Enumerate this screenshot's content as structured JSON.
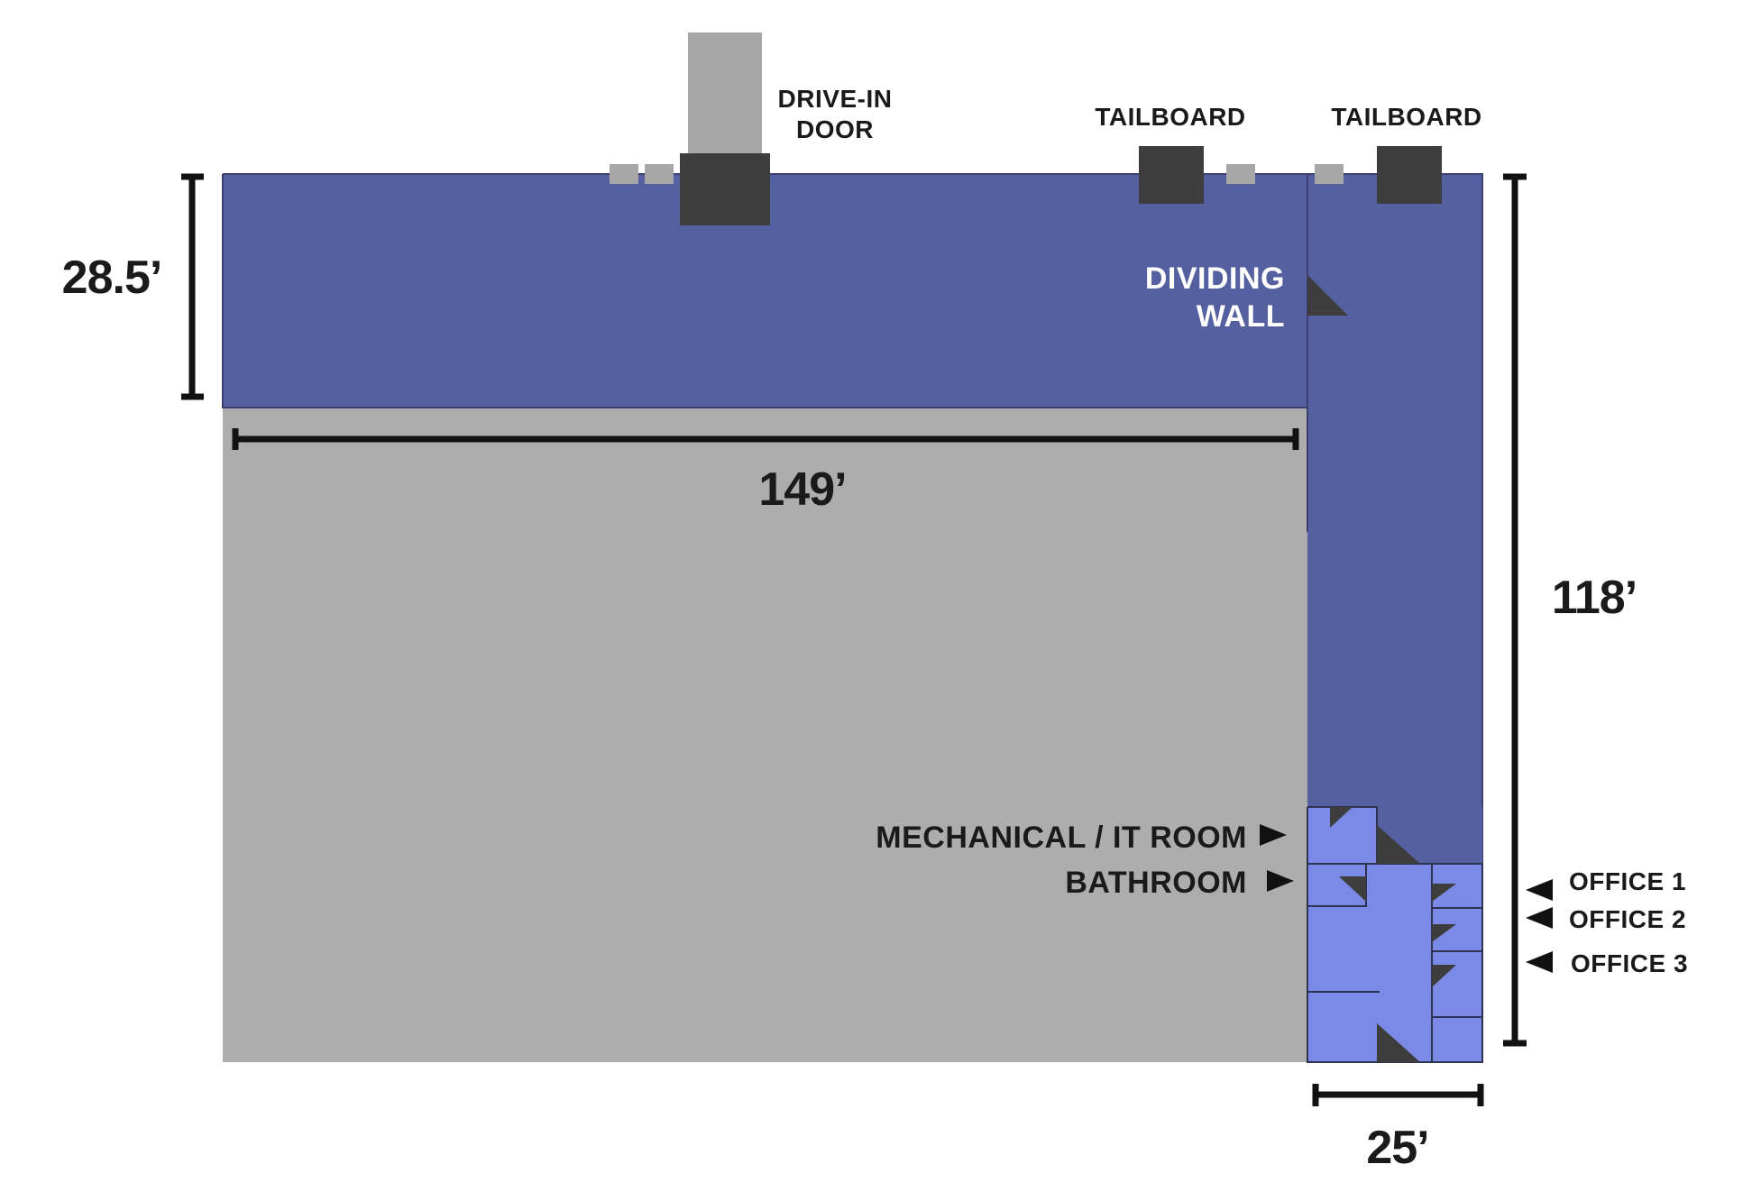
{
  "labels": {
    "drive_in_door": [
      "DRIVE-IN",
      "DOOR"
    ],
    "tailboard_1": "TAILBOARD",
    "tailboard_2": "TAILBOARD",
    "dividing_wall": [
      "DIVIDING",
      "WALL"
    ],
    "mechanical_it_room": "MECHANICAL / IT ROOM",
    "bathroom": "BATHROOM",
    "office_1": "OFFICE 1",
    "office_2": "OFFICE 2",
    "office_3": "OFFICE 3"
  },
  "dimensions": {
    "height_left": "28.5’",
    "width_top": "149’",
    "height_right": "118’",
    "width_bottom": "25’"
  },
  "colors": {
    "leased_area": "#5560a0",
    "office_area": "#7b8ae6",
    "other_area": "#adadad",
    "door_dark": "#3d3d3d",
    "door_light": "#a7a7a7",
    "text": "#1a1a1a"
  },
  "icons": {
    "pointer_right": "right-triangle-icon",
    "pointer_left": "left-triangle-icon",
    "door_swing": "door-swing-icon"
  }
}
